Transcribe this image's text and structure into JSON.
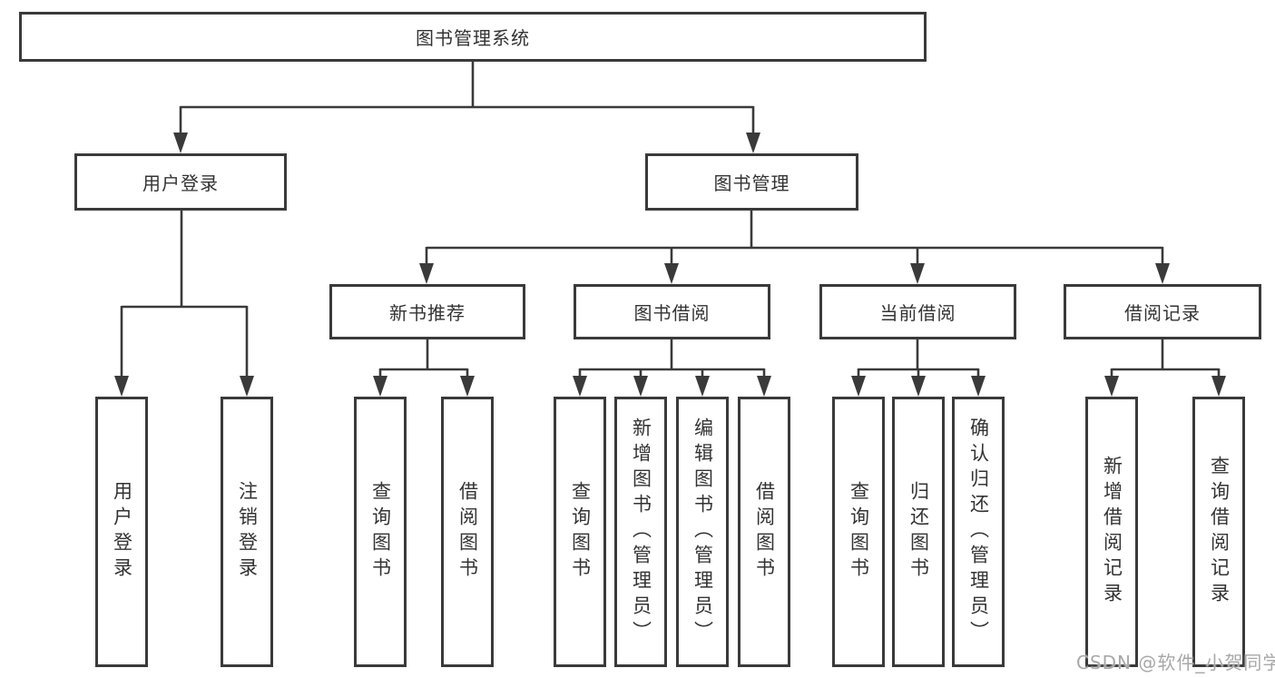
{
  "diagram": {
    "root": "图书管理系统",
    "level2": [
      "用户登录",
      "图书管理"
    ],
    "level3": [
      "新书推荐",
      "图书借阅",
      "当前借阅",
      "借阅记录"
    ],
    "leaves": {
      "login": [
        "用户登录",
        "注销登录"
      ],
      "recommend": [
        "查询图书",
        "借阅图书"
      ],
      "borrow": [
        "查询图书",
        "新增图书（管理员）",
        "编辑图书（管理员）",
        "借阅图书"
      ],
      "current": [
        "查询图书",
        "归还图书",
        "确认归还（管理员）"
      ],
      "records": [
        "新增借阅记录",
        "查询借阅记录"
      ]
    }
  },
  "watermark": "CSDN @软件_小贺同学",
  "colors": {
    "line": "#3a3a3a",
    "box_border": "#3a3a3a",
    "text": "#333333",
    "watermark": "#a8a8a8",
    "background": "#ffffff"
  }
}
